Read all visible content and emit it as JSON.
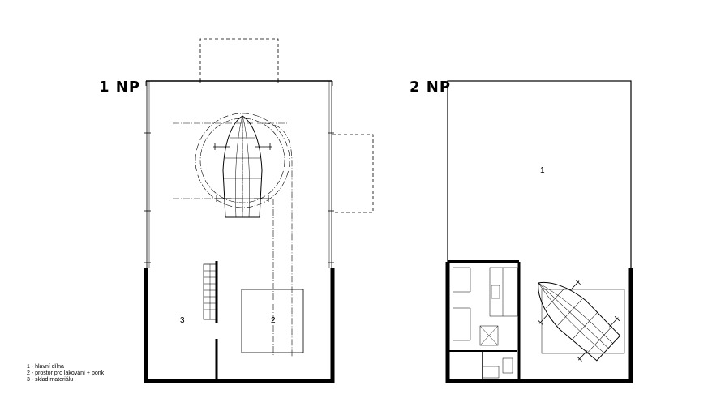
{
  "floors": [
    {
      "label": "1 NP",
      "rooms": [
        "3",
        "2"
      ]
    },
    {
      "label": "2 NP",
      "rooms": [
        "1"
      ]
    }
  ],
  "legend": [
    "1 - hlavní dílna",
    "2 - prostor pro lakování + ponk",
    "3 - sklad materiálu"
  ],
  "colors": {
    "line": "#000000",
    "background": "#ffffff",
    "hatch": "#999999"
  }
}
